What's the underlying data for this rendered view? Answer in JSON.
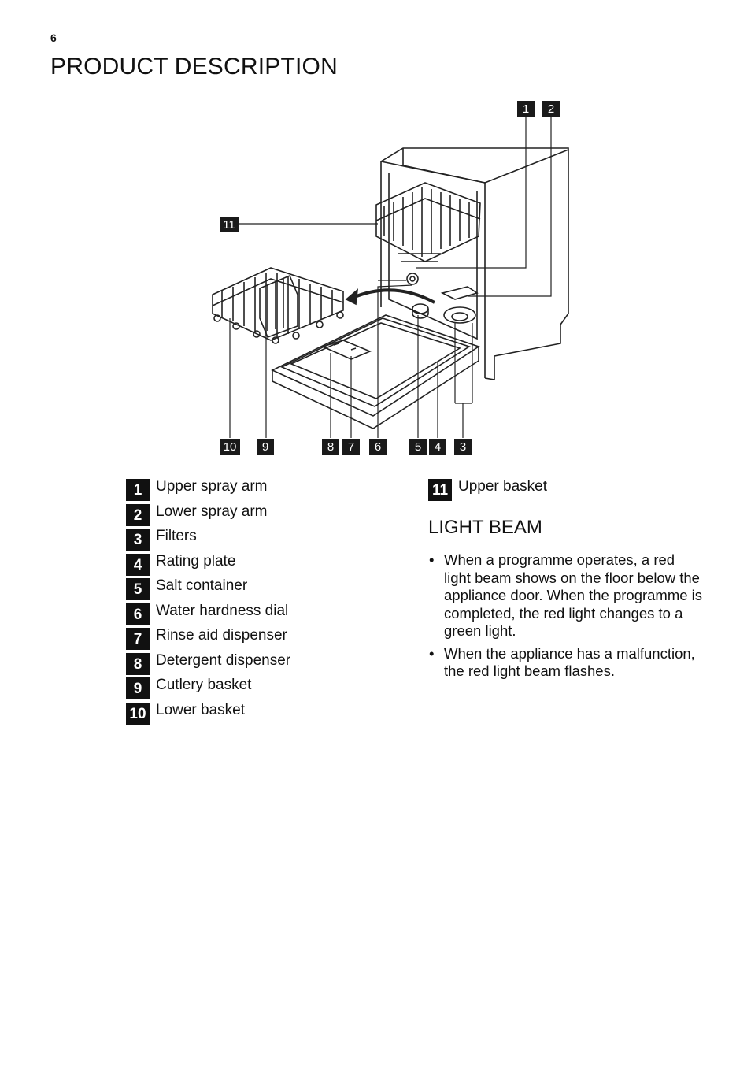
{
  "page": {
    "number": "6",
    "title": "PRODUCT DESCRIPTION"
  },
  "diagram": {
    "callouts": [
      "1",
      "2",
      "11",
      "10",
      "9",
      "8",
      "7",
      "6",
      "5",
      "4",
      "3"
    ]
  },
  "legend": [
    {
      "num": "1",
      "label": "Upper spray arm"
    },
    {
      "num": "2",
      "label": "Lower spray arm"
    },
    {
      "num": "3",
      "label": "Filters"
    },
    {
      "num": "4",
      "label": "Rating plate"
    },
    {
      "num": "5",
      "label": "Salt container"
    },
    {
      "num": "6",
      "label": "Water hardness dial"
    },
    {
      "num": "7",
      "label": "Rinse aid dispenser"
    },
    {
      "num": "8",
      "label": "Detergent dispenser"
    },
    {
      "num": "9",
      "label": "Cutlery basket"
    },
    {
      "num": "10",
      "label": "Lower basket"
    },
    {
      "num": "11",
      "label": "Upper basket"
    }
  ],
  "light_beam": {
    "title": "LIGHT BEAM",
    "bullets": [
      "When a programme operates, a red light beam shows on the floor below the appliance door. When the programme is completed, the red light changes to a green light.",
      "When the appliance has a malfunction, the red light beam flashes."
    ]
  }
}
